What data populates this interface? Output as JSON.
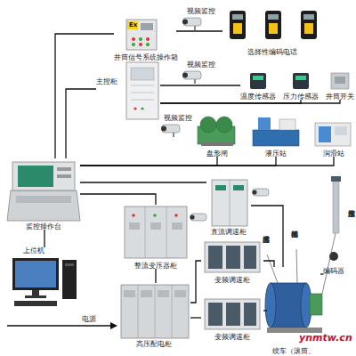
{
  "diagram": {
    "nodes": [
      {
        "text": [
          "井筒信号系统操作箱"
        ]
      },
      {
        "text": [
          "选择性编码电话"
        ]
      },
      {
        "text": [
          "主控柜"
        ]
      },
      {
        "text": [
          "温度传感器"
        ]
      },
      {
        "text": [
          "压力传感器"
        ]
      },
      {
        "text": [
          "井筒开关"
        ]
      },
      {
        "text": [
          "盘形闸"
        ]
      },
      {
        "text": [
          "液压站"
        ]
      },
      {
        "text": [
          "润滑站"
        ]
      },
      {
        "text": [
          "监控操作台"
        ]
      },
      {
        "text": [
          "直流调速柜"
        ]
      },
      {
        "text": [
          "上位机"
        ]
      },
      {
        "text": [
          "整流变压器柜"
        ]
      },
      {
        "text": [
          "变频调速柜"
        ]
      },
      {
        "text": [
          "变频调速柜"
        ]
      },
      {
        "text": [
          "高压配电柜"
        ]
      },
      {
        "text": [
          "深度指示器"
        ]
      },
      {
        "text": [
          "温度传感器"
        ]
      },
      {
        "text": [
          "振动传感器"
        ]
      },
      {
        "text": [
          "编码器"
        ]
      },
      {
        "text": [
          "绞车（滚筒、"
        ]
      }
    ],
    "edges": [
      {
        "from": 9,
        "to": 0,
        "arrow": "none"
      },
      {
        "from": 9,
        "to": 2,
        "arrow": "none"
      },
      {
        "from": 0,
        "to": 1,
        "arrow": "none"
      },
      {
        "from": 2,
        "to": 3,
        "arrow": "none"
      },
      {
        "from": 2,
        "to": 4,
        "arrow": "none"
      },
      {
        "from": 2,
        "to": 5,
        "arrow": "none"
      },
      {
        "from": 9,
        "to": 6,
        "arrow": "none"
      },
      {
        "from": 9,
        "to": 7,
        "arrow": "none"
      },
      {
        "from": 9,
        "to": 8,
        "arrow": "none"
      },
      {
        "from": 9,
        "to": 10,
        "arrow": "none"
      },
      {
        "from": 9,
        "to": 11,
        "arrow": "none"
      },
      {
        "from": 9,
        "to": 12,
        "arrow": "none"
      },
      {
        "from": 15,
        "to": 12,
        "arrow": "none"
      },
      {
        "from": 15,
        "to": 13,
        "arrow": "none"
      },
      {
        "from": 15,
        "to": 14,
        "arrow": "none"
      },
      {
        "from": 10,
        "to": 20,
        "arrow": "none"
      },
      {
        "from": 13,
        "to": 20,
        "arrow": "none"
      },
      {
        "from": 14,
        "to": 20,
        "arrow": "none"
      },
      {
        "from": 19,
        "to": 20,
        "arrow": "none"
      }
    ],
    "labels": [
      "Ex",
      "视频监控",
      "视频监控",
      "视频监控",
      "电源",
      "ynmtw.cn"
    ]
  }
}
